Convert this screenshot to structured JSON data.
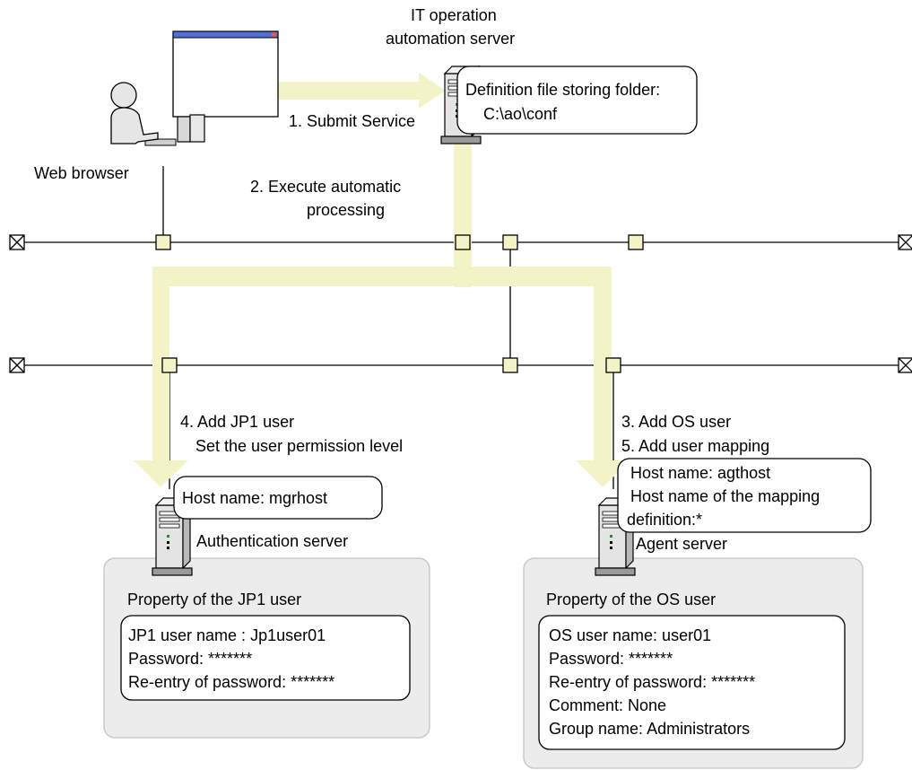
{
  "colors": {
    "flow_arrow": "#f3f3c8",
    "network_line": "#000000",
    "node_fill": "#f3f3c8",
    "property_panel": "#ececec",
    "browser_titlebar": "#4f6fd6",
    "close_mark": "#e05a5a"
  },
  "icons": {
    "terminal": "desktop-computer-with-user",
    "server": "tower-server",
    "terminator": "network-terminator-x-box"
  },
  "labels": {
    "it_server": [
      "IT operation",
      "automation server"
    ],
    "definition_folder": [
      "Definition file storing folder:",
      "C:\\ao\\conf"
    ],
    "submit_service": "1. Submit Service",
    "web_browser": "Web browser",
    "execute_processing": [
      "2. Execute automatic",
      "processing"
    ],
    "add_jp1_user": [
      "4. Add JP1 user",
      "Set the user permission level"
    ],
    "add_os_user": [
      "3. Add OS user",
      "5. Add user mapping"
    ],
    "mgr_host": "Host name: mgrhost",
    "agt_host": [
      "Host name: agthost",
      "Host name of the mapping",
      "definition:*"
    ],
    "authentication_server": "Authentication server",
    "agent_server": "Agent server"
  },
  "jp1_property": {
    "title": "Property of the JP1 user",
    "lines": [
      "JP1 user name : Jp1user01",
      "Password: *******",
      "Re-entry of password: *******"
    ]
  },
  "os_property": {
    "title": "Property of the OS user",
    "lines": [
      "OS user name: user01",
      "Password: *******",
      "Re-entry of password: *******",
      "Comment: None",
      "Group name: Administrators"
    ]
  }
}
